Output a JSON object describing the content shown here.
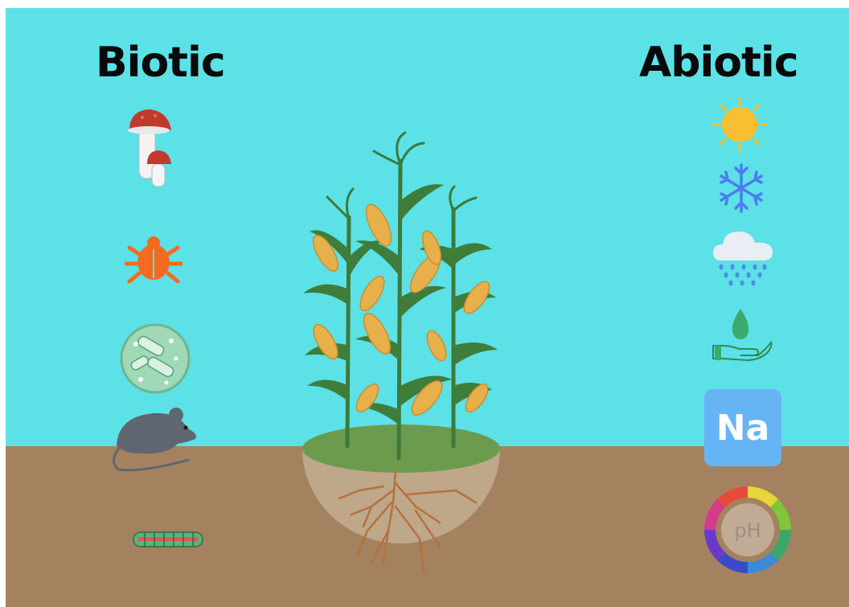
{
  "headings": {
    "biotic": "Biotic",
    "abiotic": "Abiotic"
  },
  "biotic_factors": [
    "mushroom-icon",
    "bug-icon",
    "bacteria-icon",
    "rat-icon",
    "caterpillar-icon"
  ],
  "abiotic_factors": [
    "sun-icon",
    "snowflake-icon",
    "rain-cloud-icon",
    "water-hand-icon",
    "sodium-icon",
    "ph-wheel-icon"
  ],
  "labels": {
    "sodium": "Na",
    "ph": "pH"
  },
  "colors": {
    "sky": "#5ce1e6",
    "ground": "#a48260",
    "sodium_box": "#67b4f5",
    "corn": "#e8b04a",
    "leaf": "#3d7a3a"
  }
}
